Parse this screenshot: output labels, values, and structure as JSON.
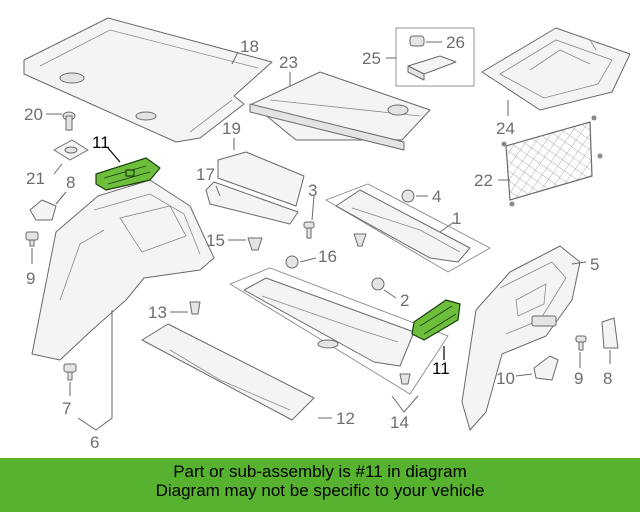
{
  "diagram": {
    "callouts": [
      "1",
      "2",
      "3",
      "4",
      "5",
      "6",
      "7",
      "8",
      "8",
      "9",
      "9",
      "10",
      "11",
      "11",
      "12",
      "13",
      "14",
      "15",
      "16",
      "17",
      "18",
      "19",
      "20",
      "21",
      "22",
      "23",
      "24",
      "25",
      "26"
    ],
    "highlighted_part": "11",
    "highlight_color": "#6dbf3b"
  },
  "banner": {
    "line1": "Part or sub-assembly is #11 in diagram",
    "line2": "Diagram may not be specific to your vehicle",
    "background_color": "#57b22f"
  }
}
